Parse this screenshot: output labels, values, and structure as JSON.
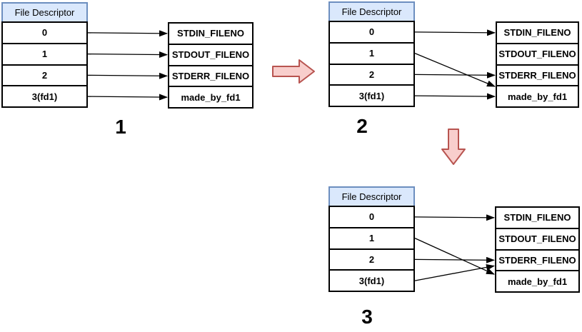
{
  "title": "File descriptor table transition diagram",
  "colors": {
    "header_fill": "#dae8fc",
    "header_border": "#6c8ebf",
    "box_border": "#000000",
    "connector": "#000000",
    "transition_arrow_fill": "#f8cecc",
    "transition_arrow_border": "#b85450"
  },
  "fd_header": "File Descriptor",
  "fd_rows": [
    "0",
    "1",
    "2",
    "3(fd1)"
  ],
  "file_rows": [
    "STDIN_FILENO",
    "STDOUT_FILENO",
    "STDERR_FILENO",
    "made_by_fd1"
  ],
  "diagrams": [
    {
      "label": "1",
      "arrows": [
        {
          "from": 0,
          "to": 0,
          "from_fd": "0",
          "to_file": "STDIN_FILENO"
        },
        {
          "from": 1,
          "to": 1,
          "from_fd": "1",
          "to_file": "STDOUT_FILENO"
        },
        {
          "from": 2,
          "to": 2,
          "from_fd": "2",
          "to_file": "STDERR_FILENO"
        },
        {
          "from": 3,
          "to": 3,
          "from_fd": "3(fd1)",
          "to_file": "made_by_fd1"
        }
      ]
    },
    {
      "label": "2",
      "arrows": [
        {
          "from": 0,
          "to": 0,
          "from_fd": "0",
          "to_file": "STDIN_FILENO"
        },
        {
          "from": 1,
          "to": 3,
          "from_fd": "1",
          "to_file": "made_by_fd1"
        },
        {
          "from": 2,
          "to": 2,
          "from_fd": "2",
          "to_file": "STDERR_FILENO"
        },
        {
          "from": 3,
          "to": 3,
          "from_fd": "3(fd1)",
          "to_file": "made_by_fd1"
        }
      ]
    },
    {
      "label": "3",
      "arrows": [
        {
          "from": 0,
          "to": 0,
          "from_fd": "0",
          "to_file": "STDIN_FILENO"
        },
        {
          "from": 1,
          "to": 3,
          "from_fd": "1",
          "to_file": "made_by_fd1"
        },
        {
          "from": 2,
          "to": 2,
          "from_fd": "2",
          "to_file": "STDERR_FILENO"
        },
        {
          "from": 3,
          "to": 2,
          "from_fd": "3(fd1)",
          "to_file": "STDERR_FILENO"
        }
      ]
    }
  ],
  "transitions": [
    {
      "icon": "right-arrow",
      "from_diagram": "1",
      "to_diagram": "2"
    },
    {
      "icon": "down-arrow",
      "from_diagram": "2",
      "to_diagram": "3"
    }
  ]
}
